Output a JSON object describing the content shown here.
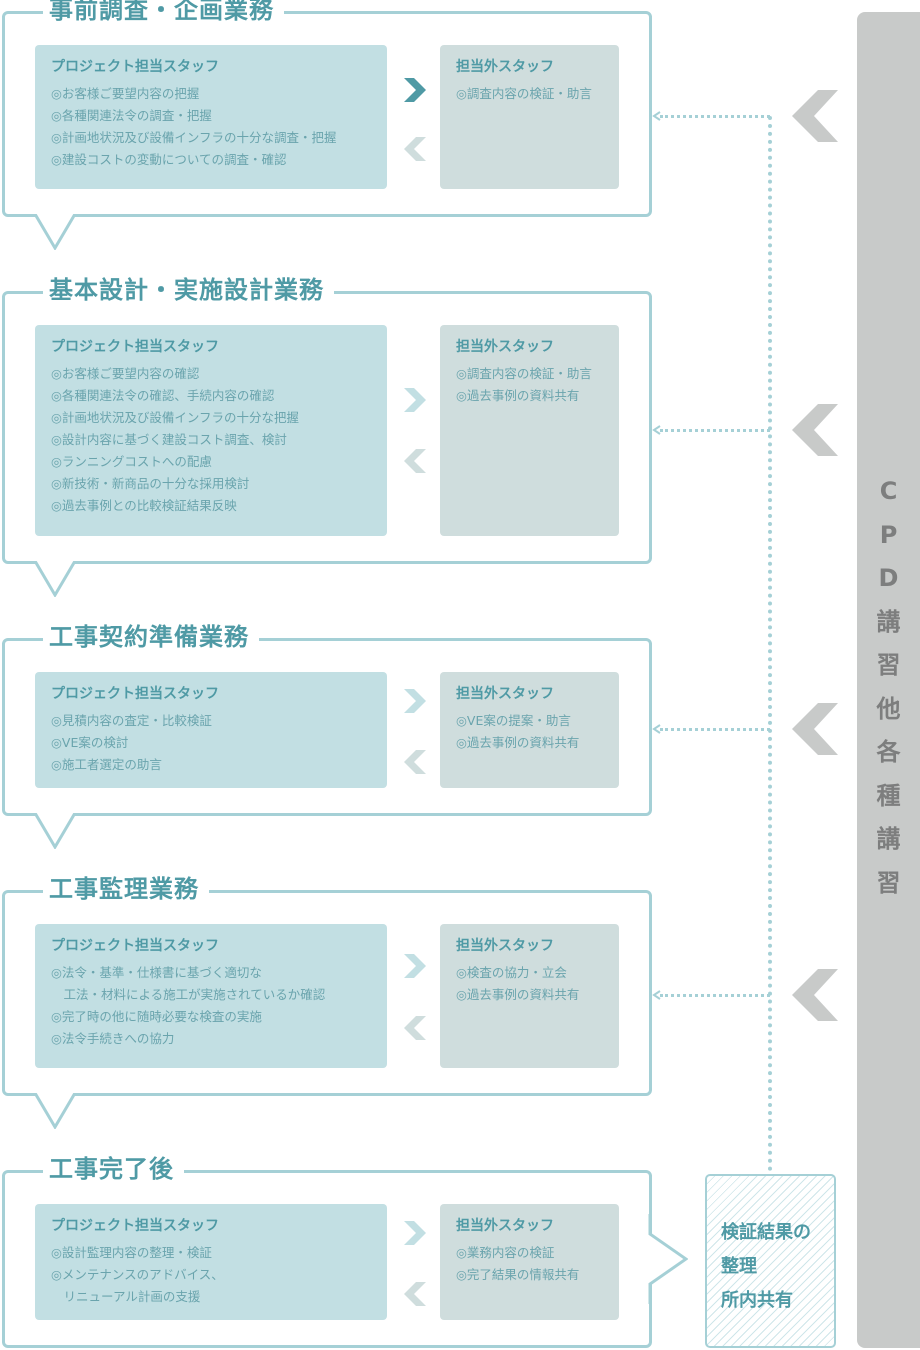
{
  "colors": {
    "frame_border": "#a5d0d6",
    "title_teal": "#4f9aa5",
    "main_box_bg": "#c2dfe3",
    "other_box_bg": "#cfdddd",
    "arrow_active": "#4f9aa5",
    "arrow_light": "#c2dfe3",
    "arrow_back": "#cfdddd",
    "cpd_bar_bg": "#c8cac9",
    "cpd_text": "#7d7e7e",
    "big_chevron": "#c8cac9"
  },
  "phases": [
    {
      "title": "事前調査・企画業務",
      "main": {
        "heading": "プロジェクト担当スタッフ",
        "items": [
          "◎お客様ご要望内容の把握",
          "◎各種関連法令の調査・把握",
          "◎計画地状況及び設備インフラの十分な調査・把握",
          "◎建設コストの変動についての調査・確認"
        ]
      },
      "other": {
        "heading": "担当外スタッフ",
        "items": [
          "◎調査内容の検証・助言"
        ]
      }
    },
    {
      "title": "基本設計・実施設計業務",
      "main": {
        "heading": "プロジェクト担当スタッフ",
        "items": [
          "◎お客様ご要望内容の確認",
          "◎各種関連法令の確認、手続内容の確認",
          "◎計画地状況及び設備インフラの十分な把握",
          "◎設計内容に基づく建設コスト調査、検討",
          "◎ランニングコストへの配慮",
          "◎新技術・新商品の十分な採用検討",
          "◎過去事例との比較検証結果反映"
        ]
      },
      "other": {
        "heading": "担当外スタッフ",
        "items": [
          "◎調査内容の検証・助言",
          "◎過去事例の資料共有"
        ]
      }
    },
    {
      "title": "工事契約準備業務",
      "main": {
        "heading": "プロジェクト担当スタッフ",
        "items": [
          "◎見積内容の査定・比較検証",
          "◎VE案の検討",
          "◎施工者選定の助言"
        ]
      },
      "other": {
        "heading": "担当外スタッフ",
        "items": [
          "◎VE案の提案・助言",
          "◎過去事例の資料共有"
        ]
      }
    },
    {
      "title": "工事監理業務",
      "main": {
        "heading": "プロジェクト担当スタッフ",
        "items": [
          "◎法令・基準・仕様書に基づく適切な",
          "　工法・材料による施工が実施されているか確認",
          "◎完了時の他に随時必要な検査の実施",
          "◎法令手続きへの協力"
        ]
      },
      "other": {
        "heading": "担当外スタッフ",
        "items": [
          "◎検査の協力・立会",
          "◎過去事例の資料共有"
        ]
      }
    },
    {
      "title": "工事完了後",
      "main": {
        "heading": "プロジェクト担当スタッフ",
        "items": [
          "◎設計監理内容の整理・検証",
          "◎メンテナンスのアドバイス、",
          "　リニューアル計画の支援"
        ]
      },
      "other": {
        "heading": "担当外スタッフ",
        "items": [
          "◎業務内容の検証",
          "◎完了結果の情報共有"
        ]
      }
    }
  ],
  "result_box": {
    "lines": [
      "検証結果の",
      "整理",
      "所内共有"
    ]
  },
  "cpd_bar": {
    "chars": [
      "C",
      "P",
      "D",
      "講",
      "習",
      "他",
      "各",
      "種",
      "講",
      "習"
    ]
  },
  "icons": {
    "forward_arrow": "chevron-right-icon",
    "back_arrow": "chevron-left-icon",
    "cpd_chevron": "chevron-left-icon"
  }
}
